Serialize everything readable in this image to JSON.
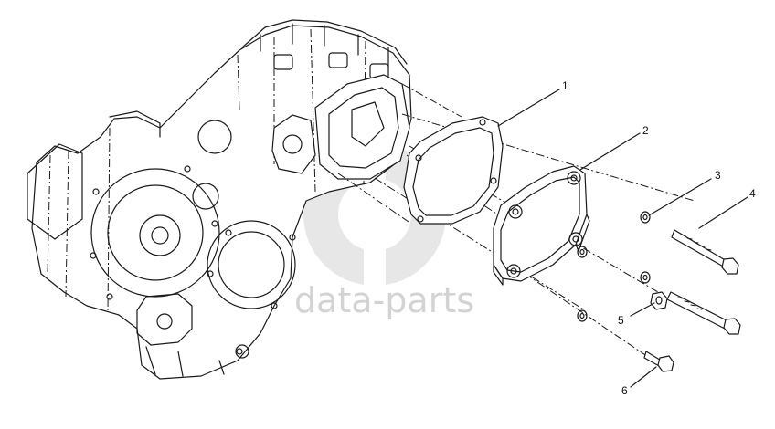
{
  "diagram": {
    "callouts": [
      {
        "id": "1",
        "label": "1"
      },
      {
        "id": "2",
        "label": "2"
      },
      {
        "id": "3",
        "label": "3"
      },
      {
        "id": "4",
        "label": "4"
      },
      {
        "id": "5",
        "label": "5"
      },
      {
        "id": "6",
        "label": "6"
      }
    ],
    "watermark": "data-parts"
  }
}
